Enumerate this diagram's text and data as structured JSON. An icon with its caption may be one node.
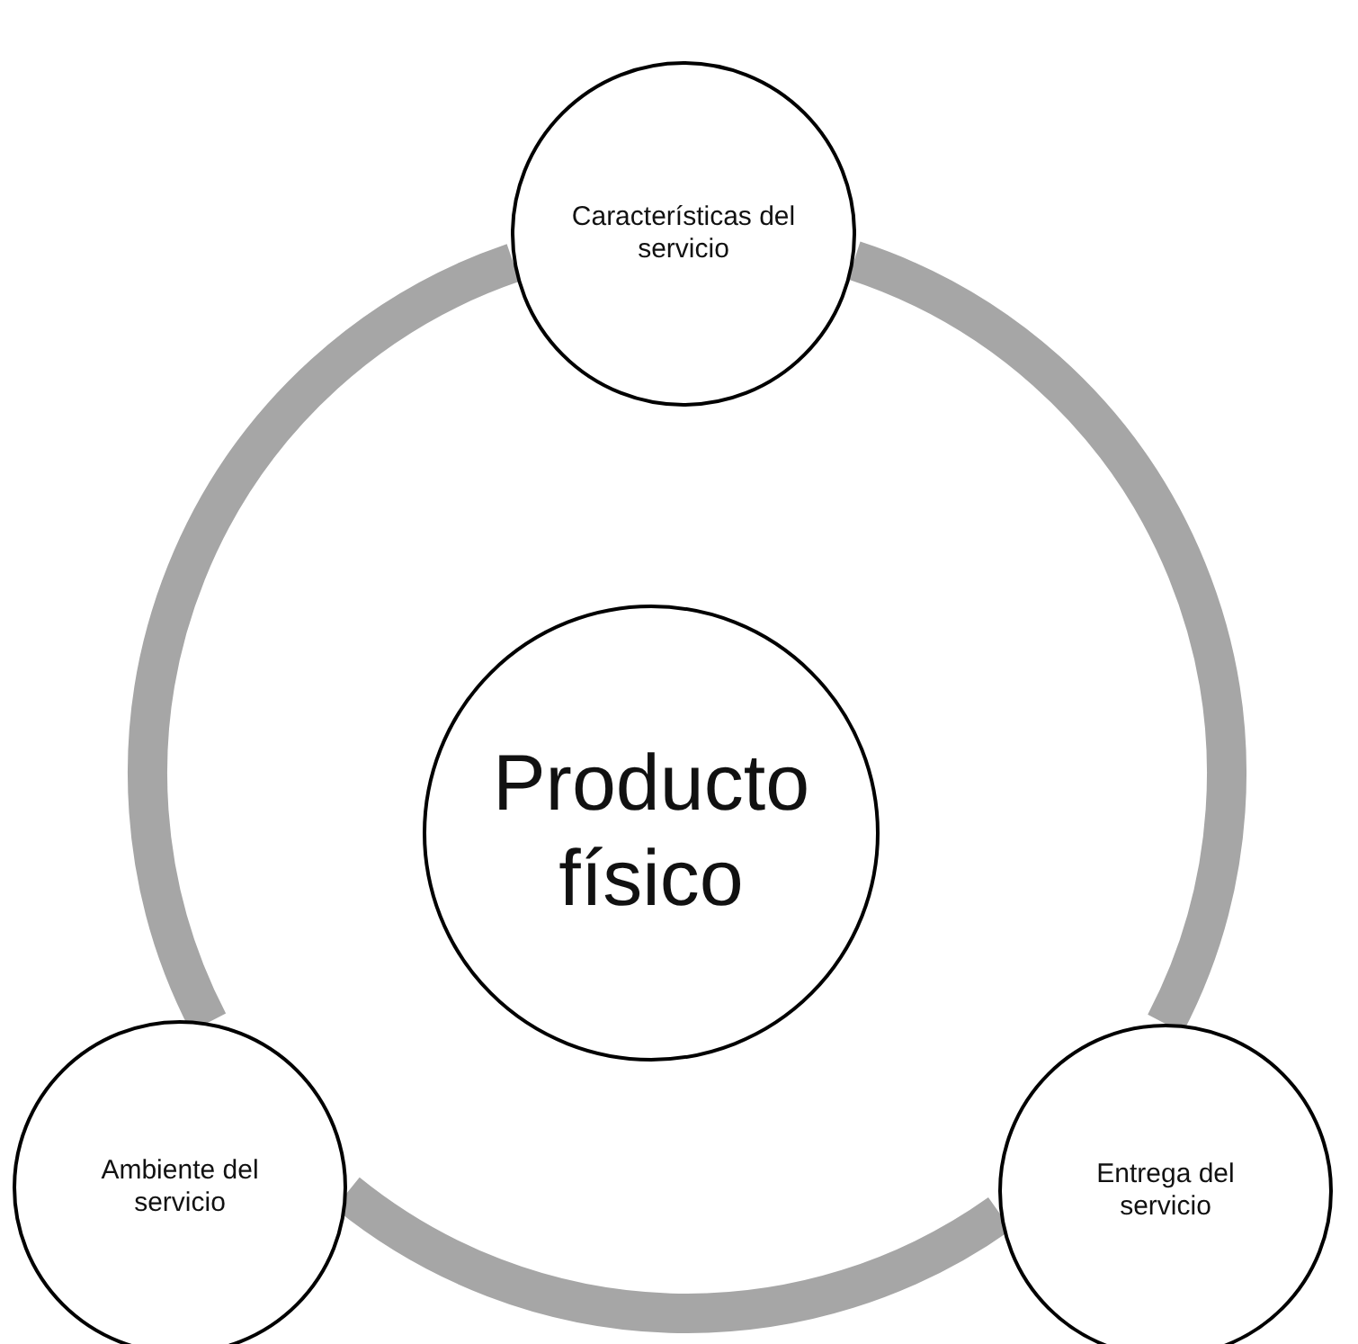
{
  "diagram": {
    "nodes": [
      {
        "text": [
          "Características del servicio"
        ]
      },
      {
        "text": [
          "Producto físico"
        ]
      },
      {
        "text": [
          "Ambiente del servicio"
        ]
      },
      {
        "text": [
          "Entrega del servicio"
        ]
      }
    ],
    "edges": [
      {
        "from": 0,
        "to": 3,
        "arrow": "none"
      },
      {
        "from": 3,
        "to": 2,
        "arrow": "none"
      },
      {
        "from": 2,
        "to": 0,
        "arrow": "none"
      }
    ]
  }
}
